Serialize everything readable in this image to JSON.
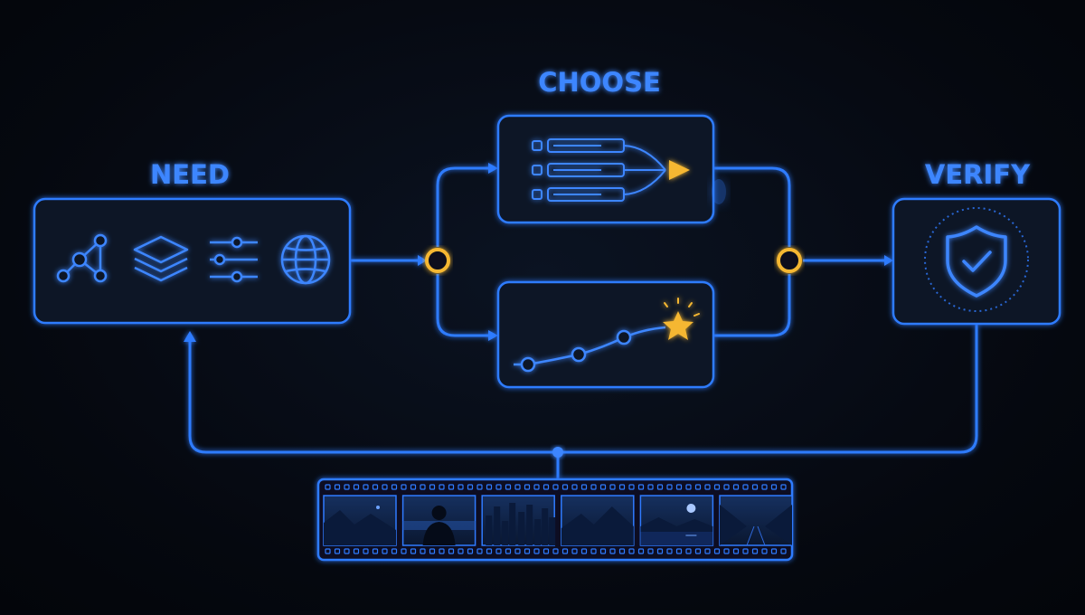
{
  "labels": {
    "need": "NEED",
    "choose": "CHOOSE",
    "verify": "VERIFY"
  },
  "need_icons": [
    "graph-network-icon",
    "layers-icon",
    "sliders-icon",
    "globe-icon"
  ],
  "choose_options": {
    "top": "list-route-icon",
    "bottom": "path-to-star-icon"
  },
  "verify_icon": "shield-check-icon",
  "filmstrip": {
    "frames": [
      "mountain-lake-night",
      "person-silhouette",
      "city-skyline-night",
      "mountain-peaks-night",
      "moon-over-lake",
      "valley-road-night"
    ]
  },
  "colors": {
    "background": "#05080f",
    "accent_blue": "#2f7bff",
    "node_gold": "#f5b731",
    "text_blue": "#3d86ff"
  }
}
